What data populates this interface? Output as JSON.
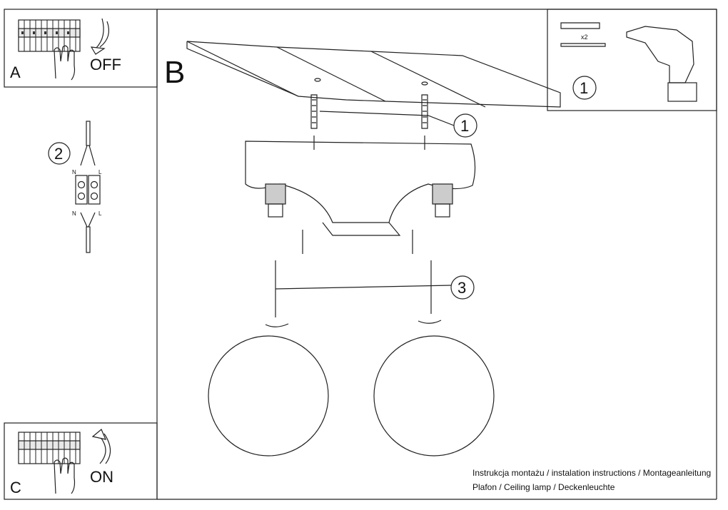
{
  "panels": {
    "a": {
      "letter": "A",
      "switch_text": "OFF"
    },
    "b": {
      "letter": "B"
    },
    "c": {
      "letter": "C",
      "switch_text": "ON"
    }
  },
  "callouts": {
    "step1": "1",
    "step2": "2",
    "step3": "3"
  },
  "tools": {
    "anchor_count": "x2"
  },
  "wiring": {
    "neutral": "N",
    "live": "L"
  },
  "footer": {
    "line1": "Instrukcja montażu / instalation instructions / Montageanleitung",
    "line2": "Plafon / Ceiling lamp / Deckenleuchte"
  },
  "icons": [
    "breaker-panel-icon",
    "hand-icon",
    "arrow-down-icon",
    "arrow-up-icon",
    "wall-plug-icon",
    "screw-icon",
    "drill-icon",
    "terminal-block-icon"
  ]
}
